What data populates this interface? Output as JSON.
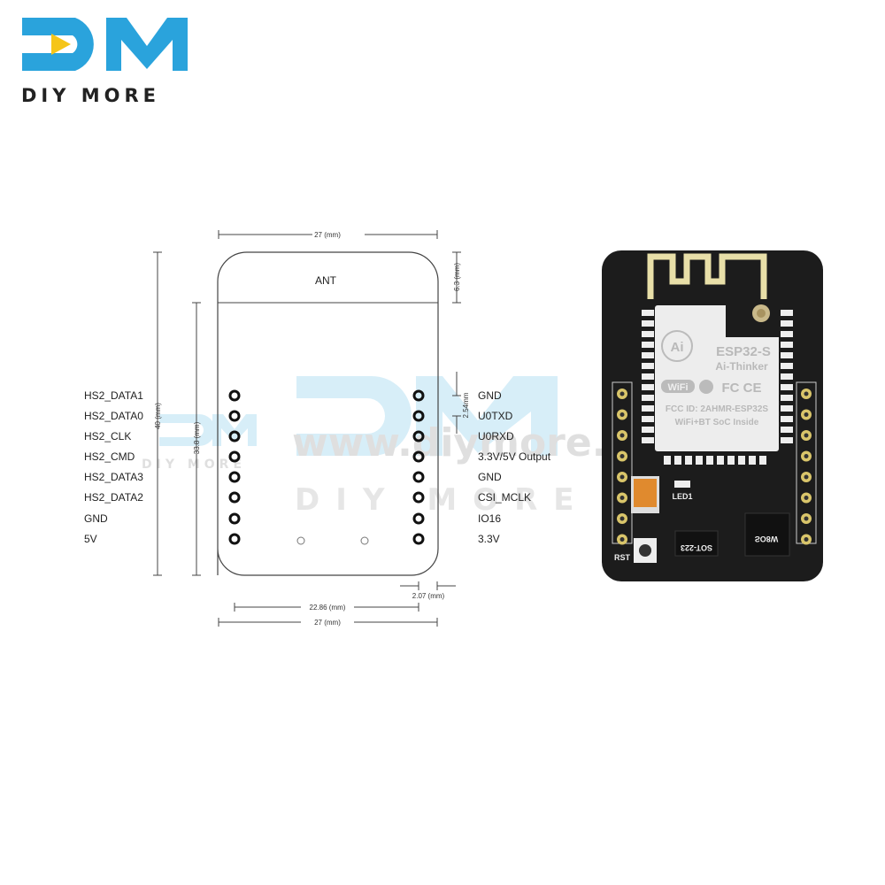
{
  "logo": {
    "mark": "DM",
    "text": "DIY MORE",
    "color": "#2aa3dc"
  },
  "watermark": {
    "url": "www.diymore.cc",
    "brand": "DIY MORE",
    "mark": "DM"
  },
  "drawing": {
    "antenna_label": "ANT",
    "dims": {
      "top_width": "27 (mm)",
      "bottom_width": "27 (mm)",
      "pin_span": "22.86 (mm)",
      "edge_offset": "2.07 (mm)",
      "antenna_height": "6.3 (mm)",
      "pitch": "2.54mm",
      "total_height": "40 (mm)",
      "body_height": "33.8 (mm)"
    },
    "left_pins": [
      "HS2_DATA1",
      "HS2_DATA0",
      "HS2_CLK",
      "HS2_CMD",
      "HS2_DATA3",
      "HS2_DATA2",
      "GND",
      "5V"
    ],
    "right_pins": [
      "GND",
      "U0TXD",
      "U0RXD",
      "3.3V/5V Output",
      "GND",
      "CSI_MCLK",
      "IO16",
      "3.3V"
    ]
  },
  "board_photo": {
    "module_name": "ESP32-S",
    "maker": "Ai-Thinker",
    "logo": "Ai",
    "fcc": "FCC  ID: 2AHMR-ESP32S",
    "tagline": "WiFi+BT SoC Inside",
    "wifi": "WiFi",
    "cert": "FC CE",
    "led": "LED1",
    "reg": "SOT-223",
    "flash": "SO8W",
    "rst": "RST"
  }
}
